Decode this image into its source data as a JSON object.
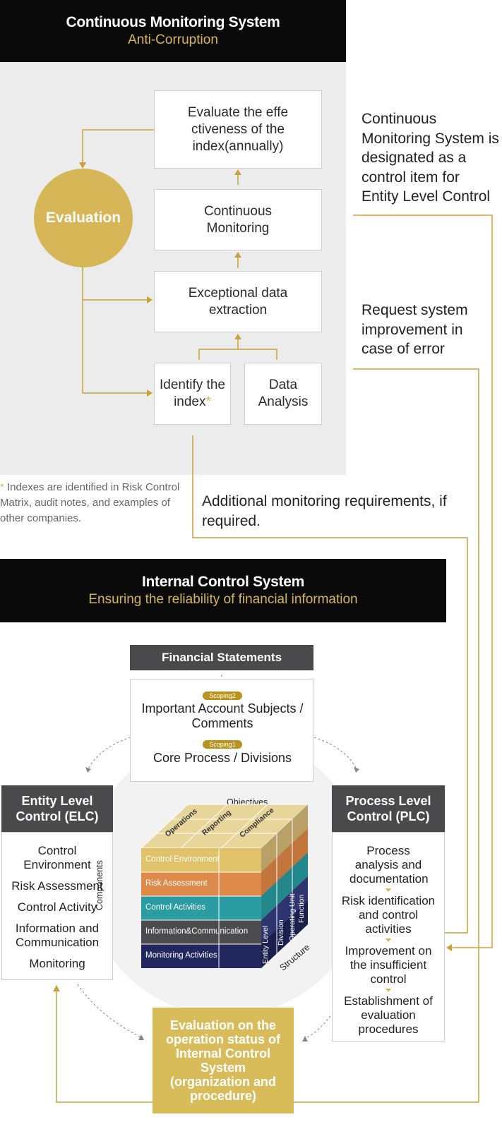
{
  "cms": {
    "title": "Continuous Monitoring System",
    "subtitle": "Anti-Corruption",
    "evaluation": "Evaluation",
    "steps": {
      "evaluate": "Evaluate the effe ctiveness of the index(annually)",
      "monitoring": "Continuous Monitoring",
      "extraction": "Exceptional data extraction",
      "identify": "Identify the index",
      "identify_star": "*",
      "analysis": "Data Analysis"
    },
    "side_note_1": "Continuous Monitoring System is designated as a control item for Entity Level Control",
    "side_note_2": "Request system improvement in case of error",
    "footnote_star": "*",
    "footnote": "Indexes are identified in Risk Control Matrix, audit notes, and examples of other companies.",
    "additional": "Additional monitoring requirements, if required."
  },
  "ics": {
    "title": "Internal Control System",
    "subtitle": "Ensuring the reliability of financial information",
    "financial_statements": "Financial Statements",
    "scoping2": "Scoping2",
    "important_accounts": "Important Account Subjects / Comments",
    "scoping1": "Scoping1",
    "core_process": "Core Process / Divisions",
    "elc": {
      "title": "Entity Level Control (ELC)",
      "items": [
        "Control Environment",
        "Risk Assessment",
        "Control Activity",
        "Information and Communication",
        "Monitoring"
      ]
    },
    "plc": {
      "title": "Process Level Control (PLC)",
      "items": [
        "Process analysis and documentation",
        "Risk identification and control activities",
        "Improvement on the insufficient control",
        "Establishment of evaluation procedures"
      ]
    },
    "cube": {
      "objectives": "Objectives",
      "components": "Components",
      "structure": "Structure",
      "top": [
        "Operations",
        "Reporting",
        "Compliance"
      ],
      "rows": [
        "Control Environment",
        "Risk Assessment",
        "Control Activities",
        "Information&Communication",
        "Monitoring Activities"
      ],
      "side": [
        "Entity Level",
        "Division",
        "Operating Unit",
        "Function"
      ]
    },
    "evaluation_box": "Evaluation on the operation status of Internal Control System (organization and procedure)"
  },
  "colors": {
    "gold": "#d6b656",
    "dark": "#0a0a0a",
    "grey_pill": "#4a4a4d",
    "cube_rows": [
      "#dfc26a",
      "#dd8a4a",
      "#2b9ca1",
      "#4b4b4e",
      "#22285e"
    ]
  }
}
